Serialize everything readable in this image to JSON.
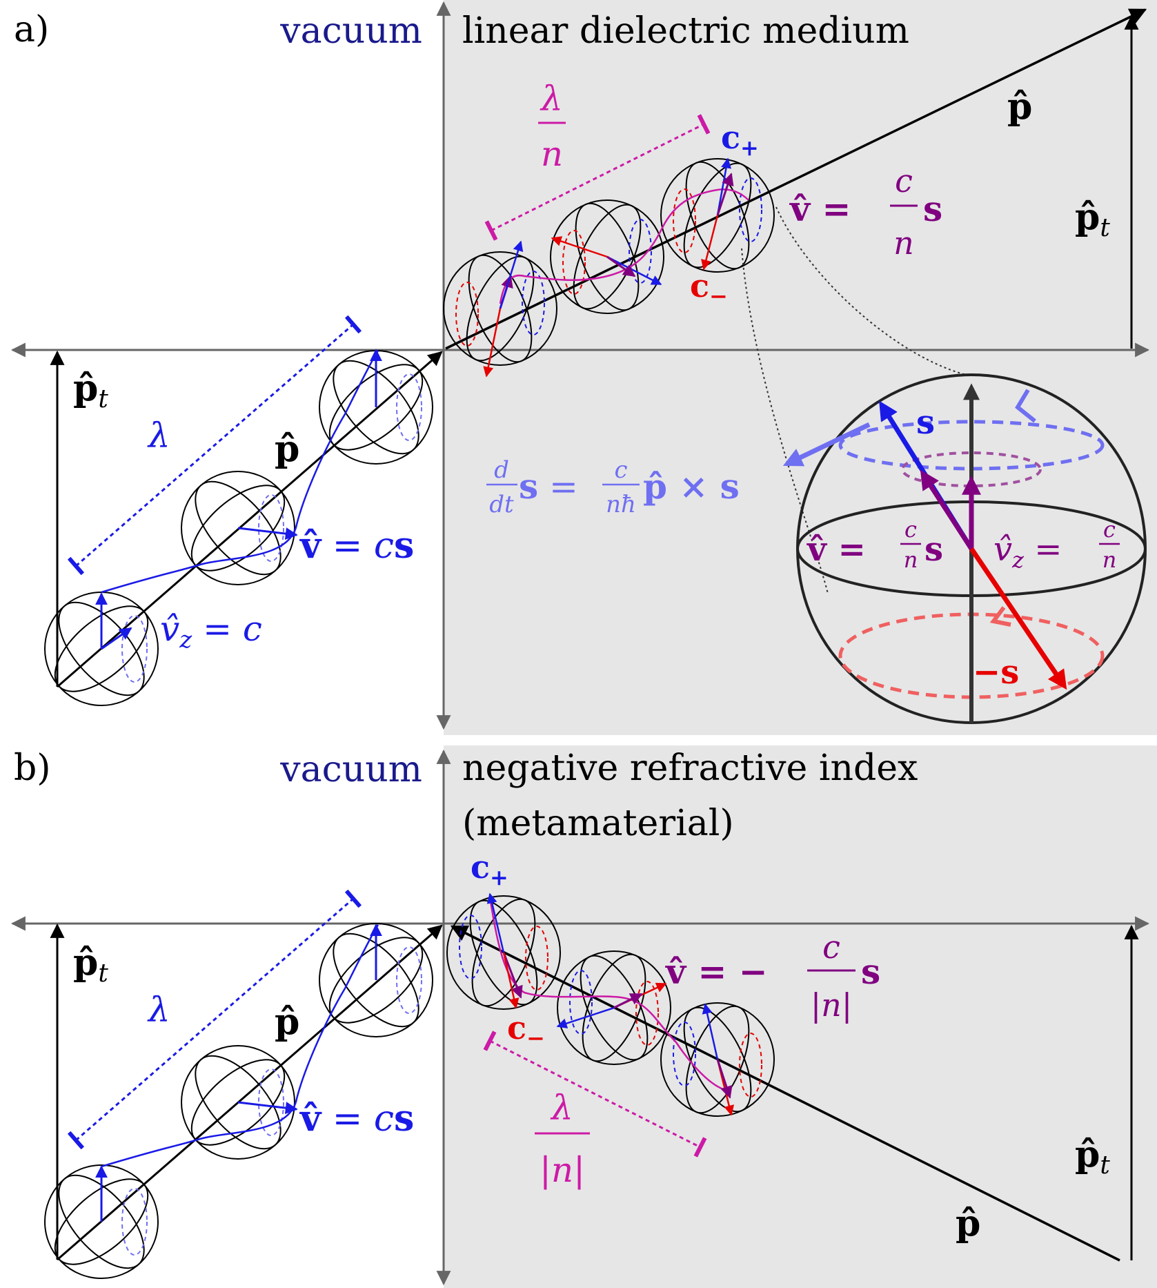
{
  "colors": {
    "panel_bg": "#e6e6e6",
    "axis": "#666666",
    "navy": "#1a1a8c",
    "blue": "#1a1ae6",
    "light_blue": "#6f6ff2",
    "purple": "#800080",
    "magenta": "#cc1aa6",
    "red": "#e60000",
    "light_red": "#f06060",
    "black": "#000000"
  },
  "panel_a": {
    "label": "a)",
    "vacuum_label": "vacuum",
    "medium_label": "linear dielectric medium",
    "p_hat": "p̂",
    "p_t": "p̂",
    "p_t_sub": "t",
    "p_hat_left": "p̂",
    "p_t_left": "p̂",
    "p_t_left_sub": "t",
    "lambda_vacuum": "λ",
    "lambda_medium_num": "λ",
    "lambda_medium_den": "n",
    "c_plus": "c",
    "c_plus_sub": "+",
    "c_minus": "c",
    "c_minus_sub": "−",
    "v_medium_lhs": "v̂ = ",
    "v_medium_num": "c",
    "v_medium_den": "n",
    "v_medium_rhs": "s",
    "v_vacuum_lhs": "v̂",
    "v_vacuum_rhs": " = c",
    "v_vacuum_s": "s",
    "vz_vacuum": "v̂",
    "vz_vacuum_sub": "z",
    "vz_vacuum_rhs": " = c",
    "precession_lhs_num": "d",
    "precession_lhs_den": "dt",
    "precession_s": "s",
    "precession_eq": " = ",
    "precession_c": "c",
    "precession_nhbar": "nħ",
    "precession_rhs": "p̂ × s",
    "inset_s": "s",
    "inset_minus_s": "−s",
    "inset_v_lhs": "v̂ = ",
    "inset_v_num": "c",
    "inset_v_den": "n",
    "inset_v_s": "s",
    "inset_vz": "v̂",
    "inset_vz_sub": "z",
    "inset_vz_eq": " = ",
    "inset_vz_num": "c",
    "inset_vz_den": "n"
  },
  "panel_b": {
    "label": "b)",
    "vacuum_label": "vacuum",
    "medium_label_line1": "negative refractive index",
    "medium_label_line2": "(metamaterial)",
    "p_hat": "p̂",
    "p_t": "p̂",
    "p_t_sub": "t",
    "p_hat_left": "p̂",
    "p_t_left": "p̂",
    "p_t_left_sub": "t",
    "lambda_vacuum": "λ",
    "lambda_medium_num": "λ",
    "lambda_medium_den": "|n|",
    "c_plus": "c",
    "c_plus_sub": "+",
    "c_minus": "c",
    "c_minus_sub": "−",
    "v_medium_lhs": "v̂ = −",
    "v_medium_num": "c",
    "v_medium_den": "|n|",
    "v_medium_rhs": "s",
    "v_vacuum_lhs": "v̂",
    "v_vacuum_rhs": " = c",
    "v_vacuum_s": "s"
  }
}
